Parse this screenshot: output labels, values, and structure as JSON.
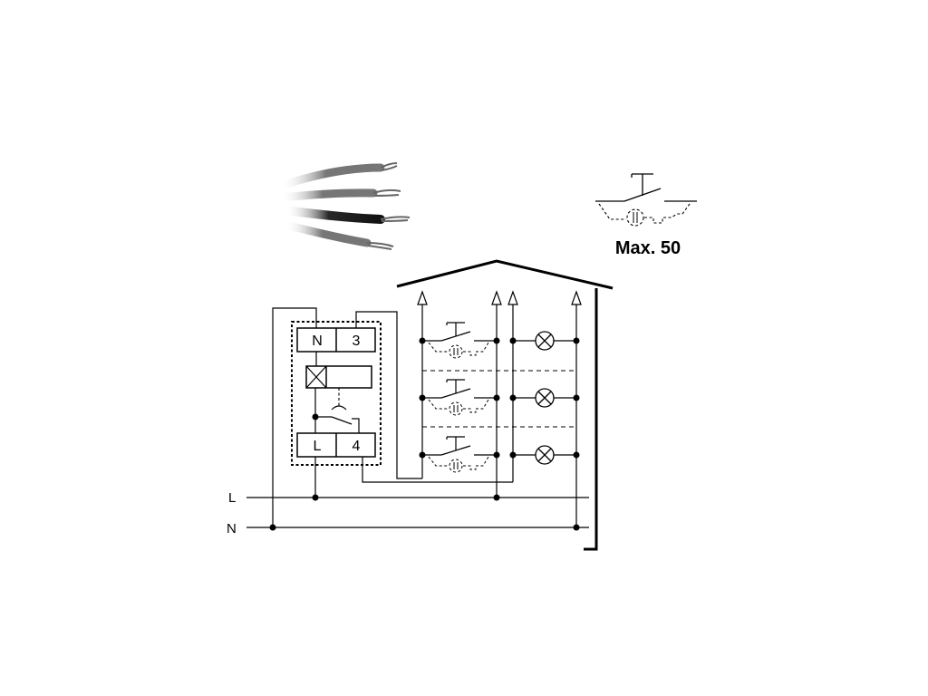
{
  "relay": {
    "terminal_top_left": "N",
    "terminal_top_right": "3",
    "terminal_bottom_left": "L",
    "terminal_bottom_right": "4"
  },
  "bus": {
    "line_label": "L",
    "neutral_label": "N"
  },
  "legend": {
    "max_text": "Max. 50"
  },
  "icons": [
    "cable-bundle-icon",
    "push-button-icon",
    "lamp-icon",
    "relay-coil-icon"
  ],
  "colors": {
    "line": "#000000",
    "background": "#ffffff"
  }
}
